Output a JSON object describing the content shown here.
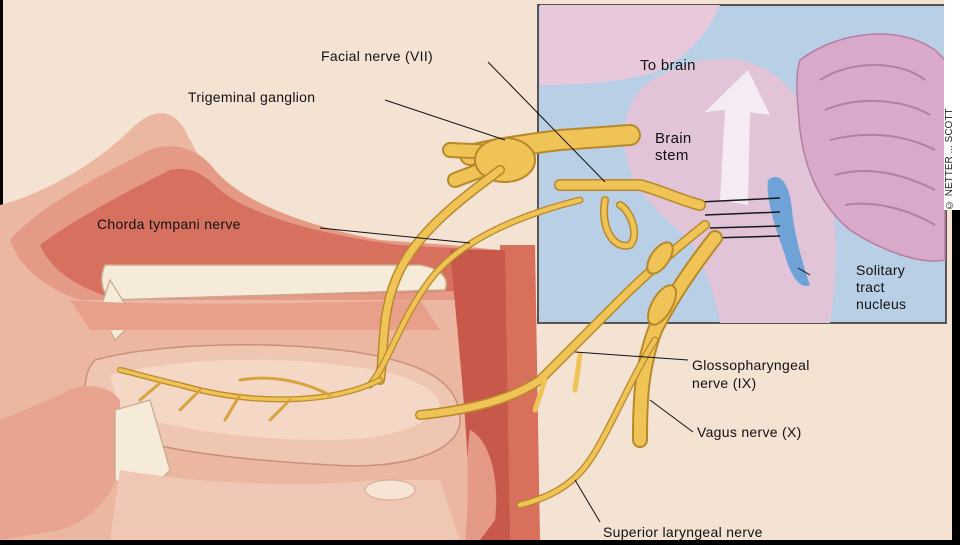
{
  "labels": {
    "facial": "Facial nerve (VII)",
    "trigeminal": "Trigeminal ganglion",
    "chorda": "Chorda tympani nerve",
    "to_brain": "To brain",
    "brain_stem": "Brain\nstem",
    "solitary": "Solitary\ntract\nnucleus",
    "glossopharyngeal": "Glossopharyngeal\nnerve (IX)",
    "vagus": "Vagus nerve (X)",
    "superior_laryngeal": "Superior laryngeal nerve"
  },
  "credit": "© NETTER ... SCOTT",
  "colors": {
    "skin_bg": "#f3dcc9",
    "tissue": "#e9a58f",
    "deep_tissue": "#d9715f",
    "nerve": "#f0c357",
    "nerve_edge": "#b8892a",
    "inset_bg": "#b8cfe6",
    "brain": "#e4c3d8",
    "nucleus": "#6fa3d8"
  }
}
